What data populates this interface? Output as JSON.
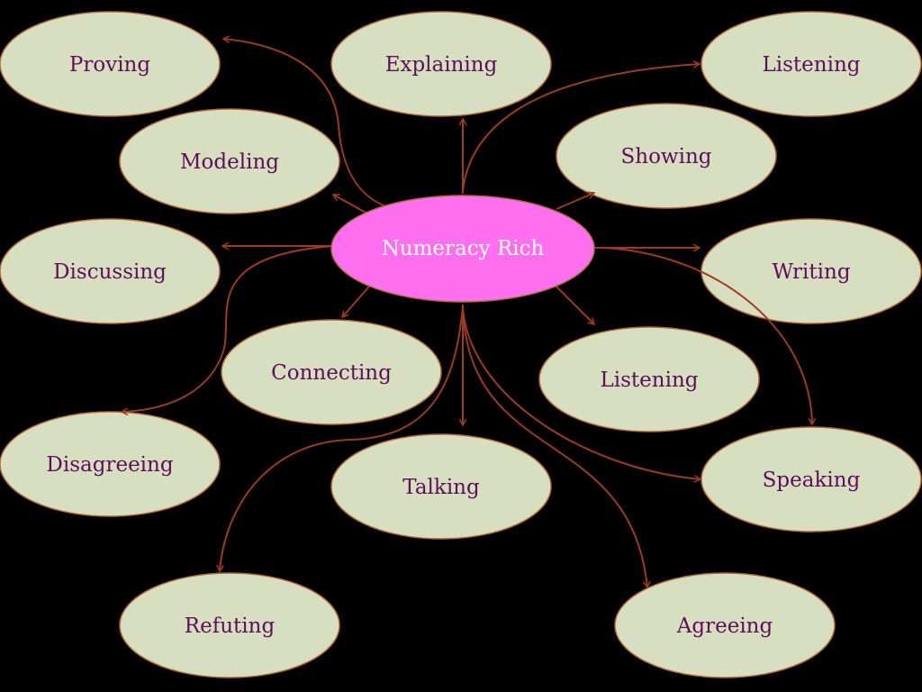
{
  "colors": {
    "background": "#000000",
    "node_fill": "#d8dfc0",
    "node_stroke": "#b06a3a",
    "node_text": "#5c0f5c",
    "hub_fill": "#ff70f0",
    "hub_text": "#ffffff",
    "arrow": "#9a3c22"
  },
  "hub": {
    "label": "Numeracy Rich"
  },
  "nodes": [
    {
      "label": "Proving"
    },
    {
      "label": "Explaining"
    },
    {
      "label": "Listening"
    },
    {
      "label": "Modeling"
    },
    {
      "label": "Showing"
    },
    {
      "label": "Discussing"
    },
    {
      "label": "Writing"
    },
    {
      "label": "Connecting"
    },
    {
      "label": "Listening"
    },
    {
      "label": "Disagreeing"
    },
    {
      "label": "Talking"
    },
    {
      "label": "Speaking"
    },
    {
      "label": "Refuting"
    },
    {
      "label": "Agreeing"
    }
  ]
}
